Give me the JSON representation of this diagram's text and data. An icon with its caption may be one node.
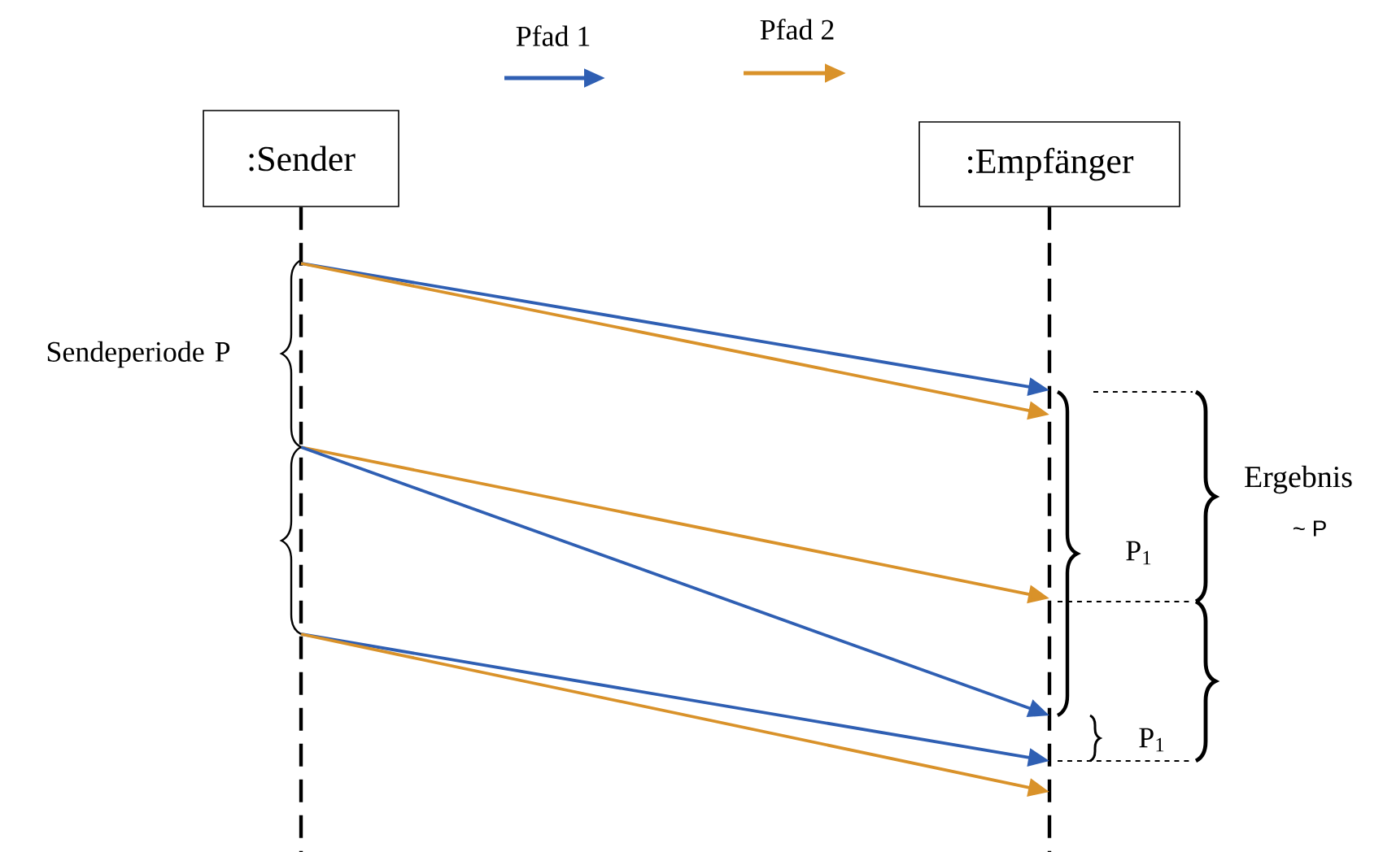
{
  "diagram": {
    "nodes": [
      {
        "text": [
          ":Sender"
        ]
      },
      {
        "text": [
          ":Empfänger"
        ]
      }
    ],
    "edges": [
      {
        "from": 0,
        "to": 1,
        "arrow": "to"
      },
      {
        "from": 0,
        "to": 1,
        "arrow": "to",
        "color": "#d9922a"
      },
      {
        "from": 0,
        "to": 1,
        "arrow": "to",
        "color": "#d9922a"
      },
      {
        "from": 0,
        "to": 1,
        "arrow": "to"
      },
      {
        "from": 0,
        "to": 1,
        "arrow": "to"
      },
      {
        "from": 0,
        "to": 1,
        "arrow": "to",
        "color": "#d9922a"
      }
    ],
    "labels": [
      "Sendeperiode P",
      "Ergebnis",
      "~ P",
      "P$_{1}$",
      "P$_{1}$"
    ],
    "legend": [
      {
        "text": "Pfad 1"
      },
      {
        "text": "Pfad 2"
      }
    ]
  }
}
